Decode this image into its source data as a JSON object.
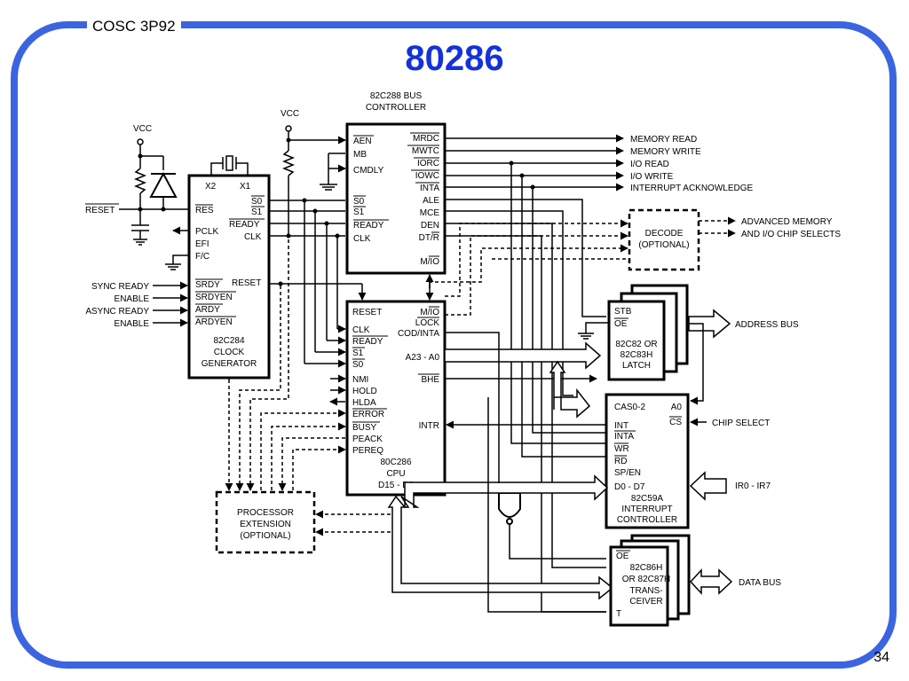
{
  "slide": {
    "course": "COSC 3P92",
    "title": "80286",
    "page_number": "34",
    "frame_color": "#3b64e0",
    "title_color": "#1432d8"
  },
  "diagram": {
    "vcc_left": "VCC",
    "vcc_mid": "VCC",
    "reset_input": "RESET",
    "sync_ready": "SYNC READY",
    "enable1": "ENABLE",
    "async_ready": "ASYNC READY",
    "enable2": "ENABLE",
    "clock_gen": {
      "x2": "X2",
      "x1": "X1",
      "res": "RES",
      "pclk": "PCLK",
      "efi": "EFI",
      "fc": "F/C",
      "srdy": "SRDY",
      "srdyen": "SRDYEN",
      "ardy": "ARDY",
      "ardyen": "ARDYEN",
      "s0": "S0",
      "s1": "S1",
      "ready": "READY",
      "clk": "CLK",
      "reset": "RESET",
      "name1": "82C284",
      "name2": "CLOCK",
      "name3": "GENERATOR"
    },
    "bus_ctrl": {
      "title1": "82C288 BUS",
      "title2": "CONTROLLER",
      "aen": "AEN",
      "mb": "MB",
      "cmdly": "CMDLY",
      "s0": "S0",
      "s1": "S1",
      "ready": "READY",
      "clk": "CLK",
      "mrdc": "MRDC",
      "mwtc": "MWTC",
      "iorc": "IORC",
      "iowc": "IOWC",
      "inta": "INTA",
      "ale": "ALE",
      "mce": "MCE",
      "den": "DEN",
      "dtr": "DT/R",
      "mio": "M/IO"
    },
    "outputs": {
      "mem_read": "MEMORY READ",
      "mem_write": "MEMORY WRITE",
      "io_read": "I/O READ",
      "io_write": "I/O WRITE",
      "int_ack": "INTERRUPT ACKNOWLEDGE"
    },
    "decode": {
      "l1": "DECODE",
      "l2": "(OPTIONAL)",
      "out1": "ADVANCED MEMORY",
      "out2": "AND I/O CHIP SELECTS"
    },
    "cpu": {
      "reset": "RESET",
      "clk": "CLK",
      "ready": "READY",
      "s1": "S1",
      "s0": "S0",
      "nmi": "NMI",
      "hold": "HOLD",
      "hlda": "HLDA",
      "error": "ERROR",
      "busy": "BUSY",
      "peack": "PEACK",
      "pereq": "PEREQ",
      "mio": "M/IO",
      "lock": "LOCK",
      "codinta": "COD/INTA",
      "addr": "A23 - A0",
      "bhe": "BHE",
      "intr": "INTR",
      "name1": "80C286",
      "name2": "CPU",
      "name3": "D15 - D0"
    },
    "latch": {
      "stb": "STB",
      "oe": "OE",
      "l1": "82C82 OR",
      "l2": "82C83H",
      "l3": "LATCH",
      "address_bus": "ADDRESS BUS"
    },
    "pic": {
      "cas": "CAS0-2",
      "a0": "A0",
      "int": "INT",
      "inta": "INTA",
      "cs": "CS",
      "wr": "WR",
      "rd": "RD",
      "spen": "SP/EN",
      "data": "D0 - D7",
      "l1": "82C59A",
      "l2": "INTERRUPT",
      "l3": "CONTROLLER",
      "chip_select": "CHIP SELECT",
      "irq": "IR0 - IR7"
    },
    "xcvr": {
      "oe": "OE",
      "t": "T",
      "l1": "82C86H",
      "l2": "OR 82C87H",
      "l3": "TRANS-",
      "l4": "CEIVER",
      "data_bus": "DATA BUS"
    },
    "proc_ext": {
      "l1": "PROCESSOR",
      "l2": "EXTENSION",
      "l3": "(OPTIONAL)"
    }
  }
}
